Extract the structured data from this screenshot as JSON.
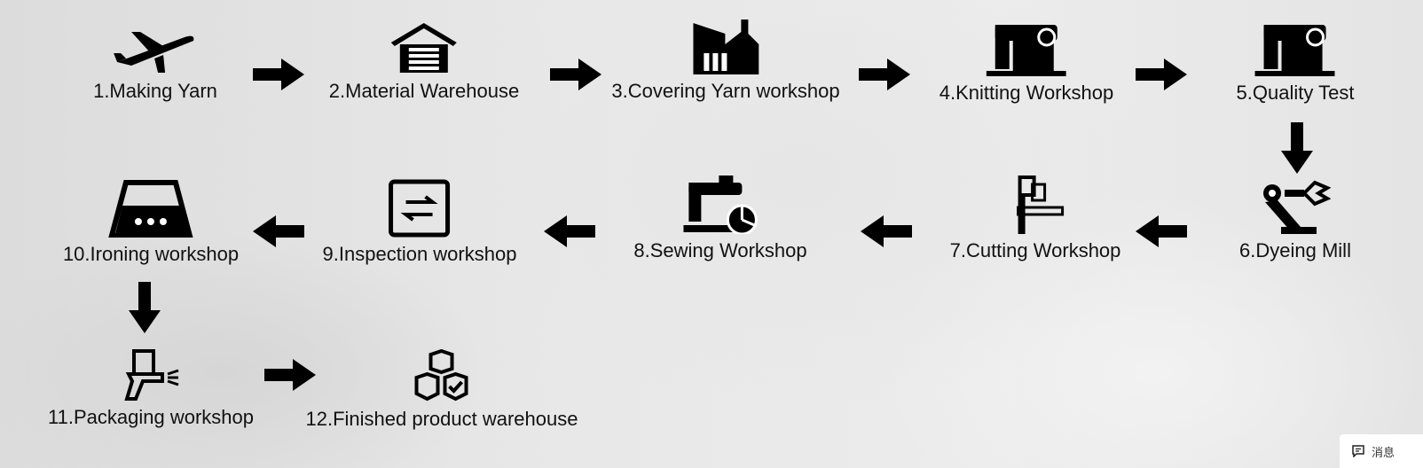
{
  "steps": [
    {
      "label": "1.Making Yarn",
      "icon": "airplane-icon"
    },
    {
      "label": "2.Material Warehouse",
      "icon": "warehouse-icon"
    },
    {
      "label": "3.Covering Yarn workshop",
      "icon": "factory-icon"
    },
    {
      "label": "4.Knitting Workshop",
      "icon": "sewing-machine-icon"
    },
    {
      "label": "5.Quality Test",
      "icon": "sewing-machine-icon"
    },
    {
      "label": "6.Dyeing Mill",
      "icon": "robot-arm-icon"
    },
    {
      "label": "7.Cutting Workshop",
      "icon": "cutting-machine-icon"
    },
    {
      "label": "8.Sewing Workshop",
      "icon": "sewing-chart-icon"
    },
    {
      "label": "9.Inspection workshop",
      "icon": "exchange-icon"
    },
    {
      "label": "10.Ironing workshop",
      "icon": "iron-icon"
    },
    {
      "label": "11.Packaging workshop",
      "icon": "spray-gun-icon"
    },
    {
      "label": "12.Finished product warehouse",
      "icon": "boxes-icon"
    }
  ],
  "message_button": {
    "label": "消息",
    "icon": "message-icon"
  }
}
